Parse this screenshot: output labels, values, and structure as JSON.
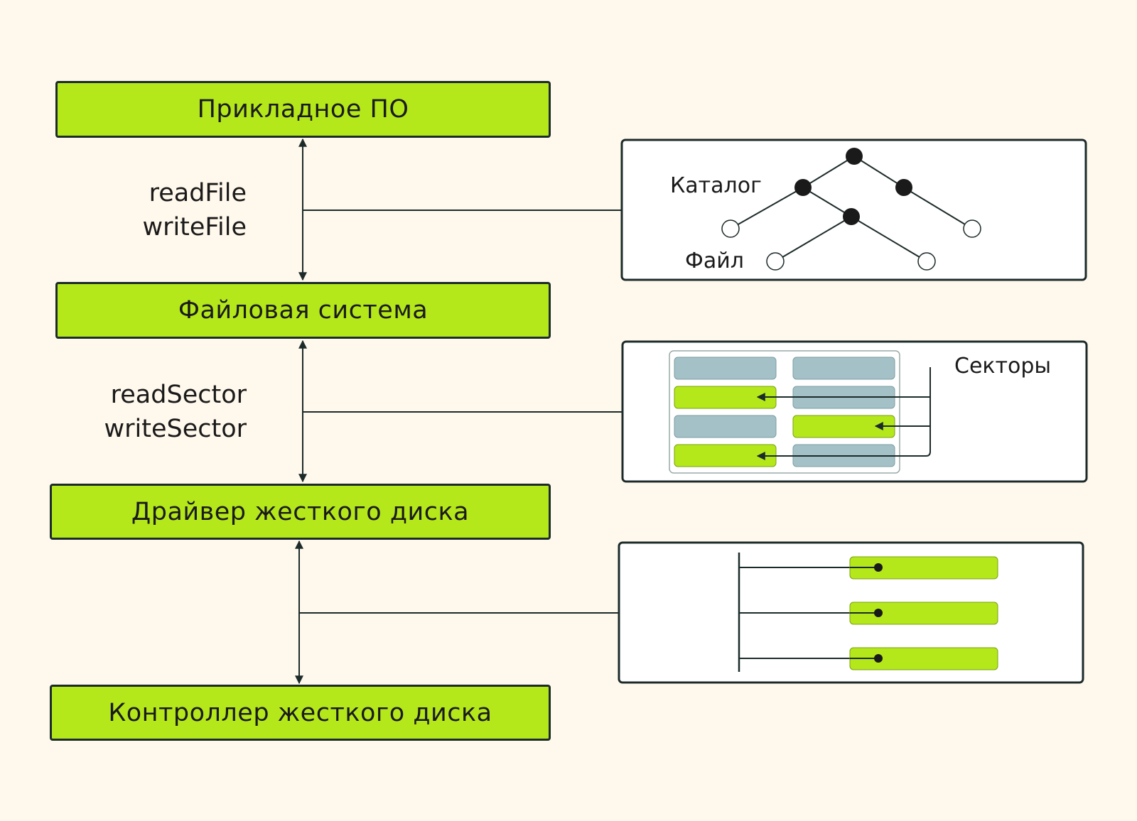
{
  "layers": [
    {
      "id": "app",
      "label": "Прикладное ПО"
    },
    {
      "id": "fs",
      "label": "Файловая система"
    },
    {
      "id": "driver",
      "label": "Драйвер жесткого диска"
    },
    {
      "id": "controller",
      "label": "Контроллер жесткого диска"
    }
  ],
  "interfaces": {
    "file_api": [
      "readFile",
      "writeFile"
    ],
    "sector_api": [
      "readSector",
      "writeSector"
    ]
  },
  "panels": {
    "tree": {
      "directory_label": "Каталог",
      "file_label": "Файл"
    },
    "sectors": {
      "label": "Секторы"
    }
  },
  "colors": {
    "background": "#fff8ec",
    "accent_green": "#b4e81b",
    "sector_gray": "#a3c1c6",
    "stroke": "#1c2b2a"
  }
}
